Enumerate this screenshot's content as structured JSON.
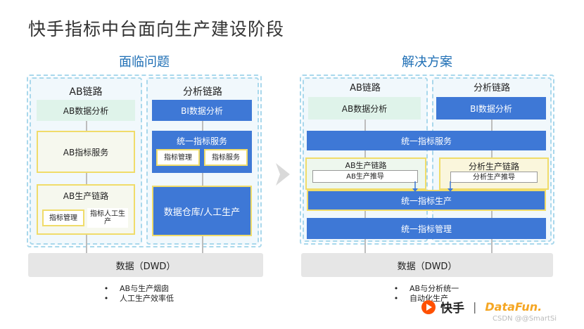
{
  "title": "快手指标中台面向生产建设阶段",
  "left": {
    "heading": "面临问题",
    "ab_column": {
      "label": "AB链路",
      "analysis": "AB数据分析",
      "service": "AB指标服务",
      "production_label": "AB生产链路",
      "chip_manage": "指标管理",
      "chip_manual": "指标人工生产"
    },
    "analysis_column": {
      "label": "分析链路",
      "analysis": "BI数据分析",
      "service_label": "统一指标服务",
      "chip_manage": "指标管理",
      "chip_service": "指标服务",
      "warehouse": "数据仓库/人工生产"
    },
    "base": "数据（DWD）",
    "bullets": [
      "AB与生产烟囱",
      "人工生产效率低"
    ]
  },
  "right": {
    "heading": "解决方案",
    "ab_label": "AB链路",
    "analysis_label": "分析链路",
    "ab_analysis": "AB数据分析",
    "bi_analysis": "BI数据分析",
    "unified_service": "统一指标服务",
    "ab_production_label": "AB生产链路",
    "ab_production_chip": "AB生产推导",
    "analysis_production_label": "分析生产链路",
    "analysis_production_chip": "分析生产推导",
    "unified_production": "统一指标生产",
    "unified_management": "统一指标管理",
    "base": "数据（DWD）",
    "bullets": [
      "AB与分析统一",
      "自动化生产"
    ]
  },
  "footer": {
    "kuaishou": "快手",
    "separator": "|",
    "datafun": "DataFun.",
    "watermark": "CSDN @@SmartSi"
  },
  "colors": {
    "accent_blue": "#3e78d6",
    "heading_blue": "#1f6fb5",
    "highlight_yellow": "#f0dc6a",
    "soft_green": "#dff3ea",
    "dashed_border": "#a9d8ec",
    "base_grey": "#e6e6e6"
  }
}
